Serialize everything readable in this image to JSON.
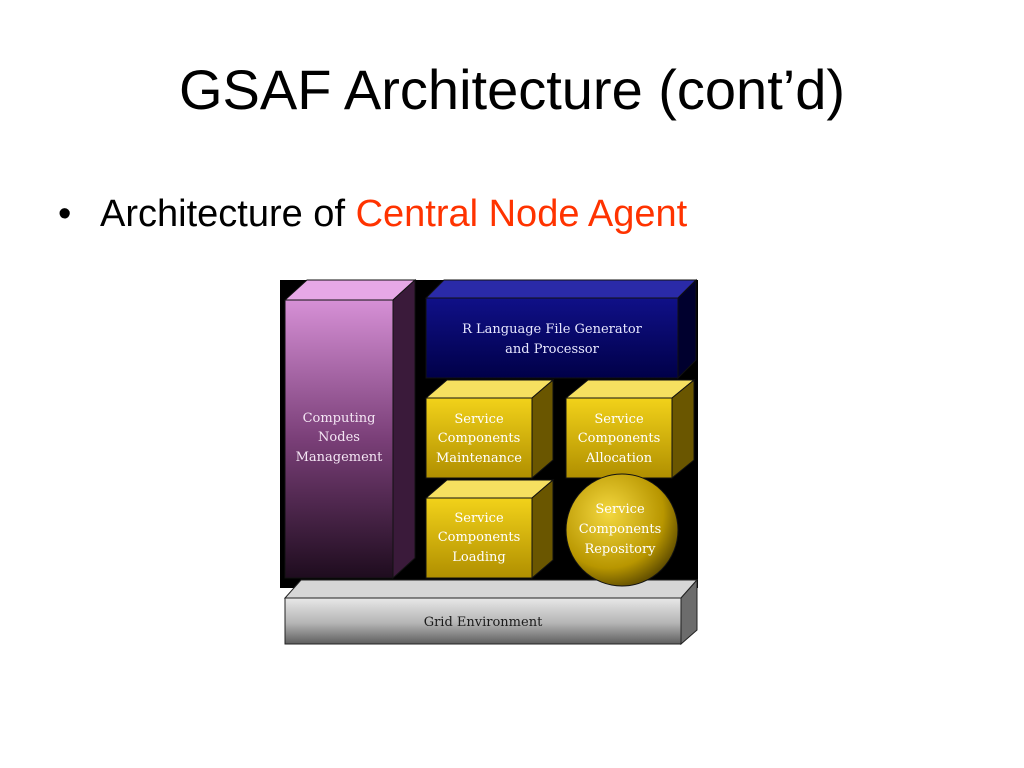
{
  "slide": {
    "title": "GSAF Architecture (cont’d)",
    "bullet_symbol": "•",
    "bullet_text": "Architecture of",
    "bullet_highlight": "Central Node Agent"
  },
  "diagram": {
    "computing_nodes": [
      "Computing",
      "Nodes",
      "Management"
    ],
    "generator": [
      "R Language File Generator",
      "and Processor"
    ],
    "maintenance": [
      "Service",
      "Components",
      "Maintenance"
    ],
    "allocation": [
      "Service",
      "Components",
      "Allocation"
    ],
    "loading": [
      "Service",
      "Components",
      "Loading"
    ],
    "repository": [
      "Service",
      "Components",
      "Repository"
    ],
    "grid": [
      "Grid Environment"
    ]
  },
  "colors": {
    "accent": "#ff3300",
    "purple": "#cc88cc",
    "navy": "#00005e",
    "gold": "#e0c000",
    "grey": "#bdbdbd"
  }
}
